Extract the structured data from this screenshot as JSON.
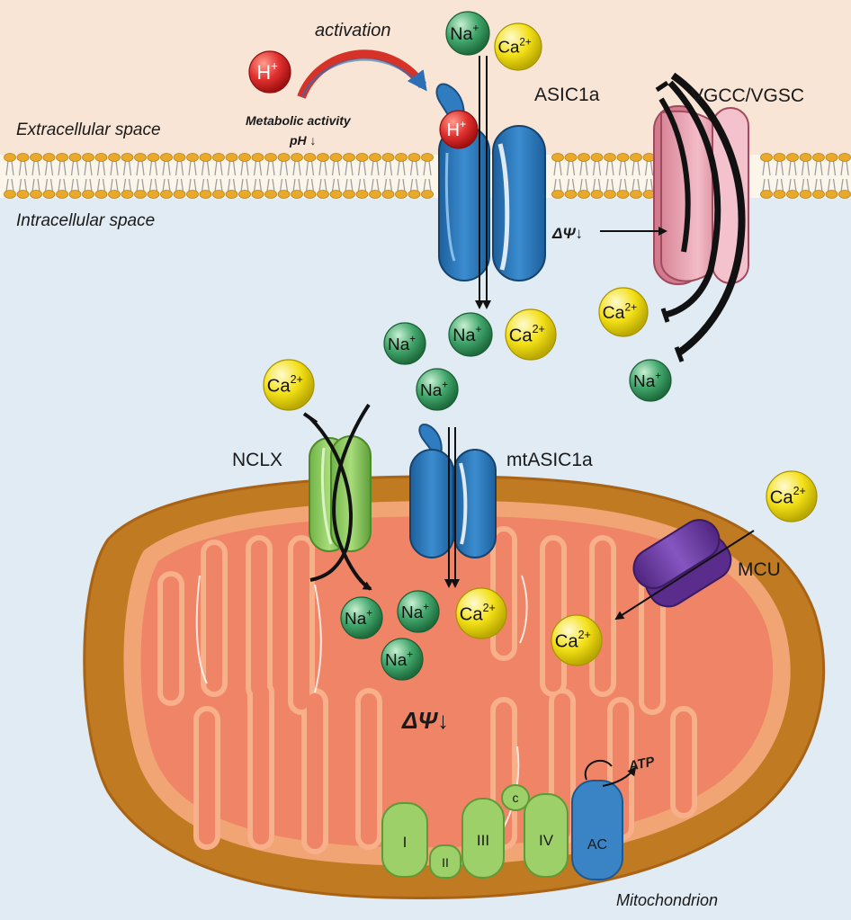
{
  "regions": {
    "extracellular": "Extracellular space",
    "intracellular": "Intracellular space",
    "mitochondrion": "Mitochondrion"
  },
  "annotations": {
    "activation": "activation",
    "metabolic_activity": "Metabolic activity",
    "ph": "pH ↓",
    "dpsi_membrane": "ΔΨ↓",
    "dpsi_mito": "ΔΨ↓",
    "atp": "ATP"
  },
  "channels": {
    "asic1a": "ASIC1a",
    "vgcc_vgsc": "VGCC/VGSC",
    "nclx": "NCLX",
    "mtasic1a": "mtASIC1a",
    "mcu": "MCU"
  },
  "complexes": {
    "c1": "I",
    "c2": "II",
    "c3": "III",
    "c4": "IV",
    "cc": "c",
    "ac": "AC"
  },
  "ions": {
    "h_base": "H",
    "h_sup": "+",
    "na_base": "Na",
    "na_sup": "+",
    "ca_base": "Ca",
    "ca_sup": "2+"
  },
  "colors": {
    "extracellular_bg": "#f8e5d6",
    "intracellular_bg": "#e0ebf4",
    "lipid_head": "#e9a92a",
    "asic": "#2f7cc0",
    "vgcc": "#e9a6b2",
    "nclx": "#8cc95a",
    "mcu": "#6b3fa0",
    "mito_outer": "#c07a22",
    "mito_matrix": "#ef8566",
    "complex": "#9ed06a",
    "h_ion": "#e0312f",
    "na_ion": "#41a66b",
    "ca_ion": "#f3e018"
  }
}
